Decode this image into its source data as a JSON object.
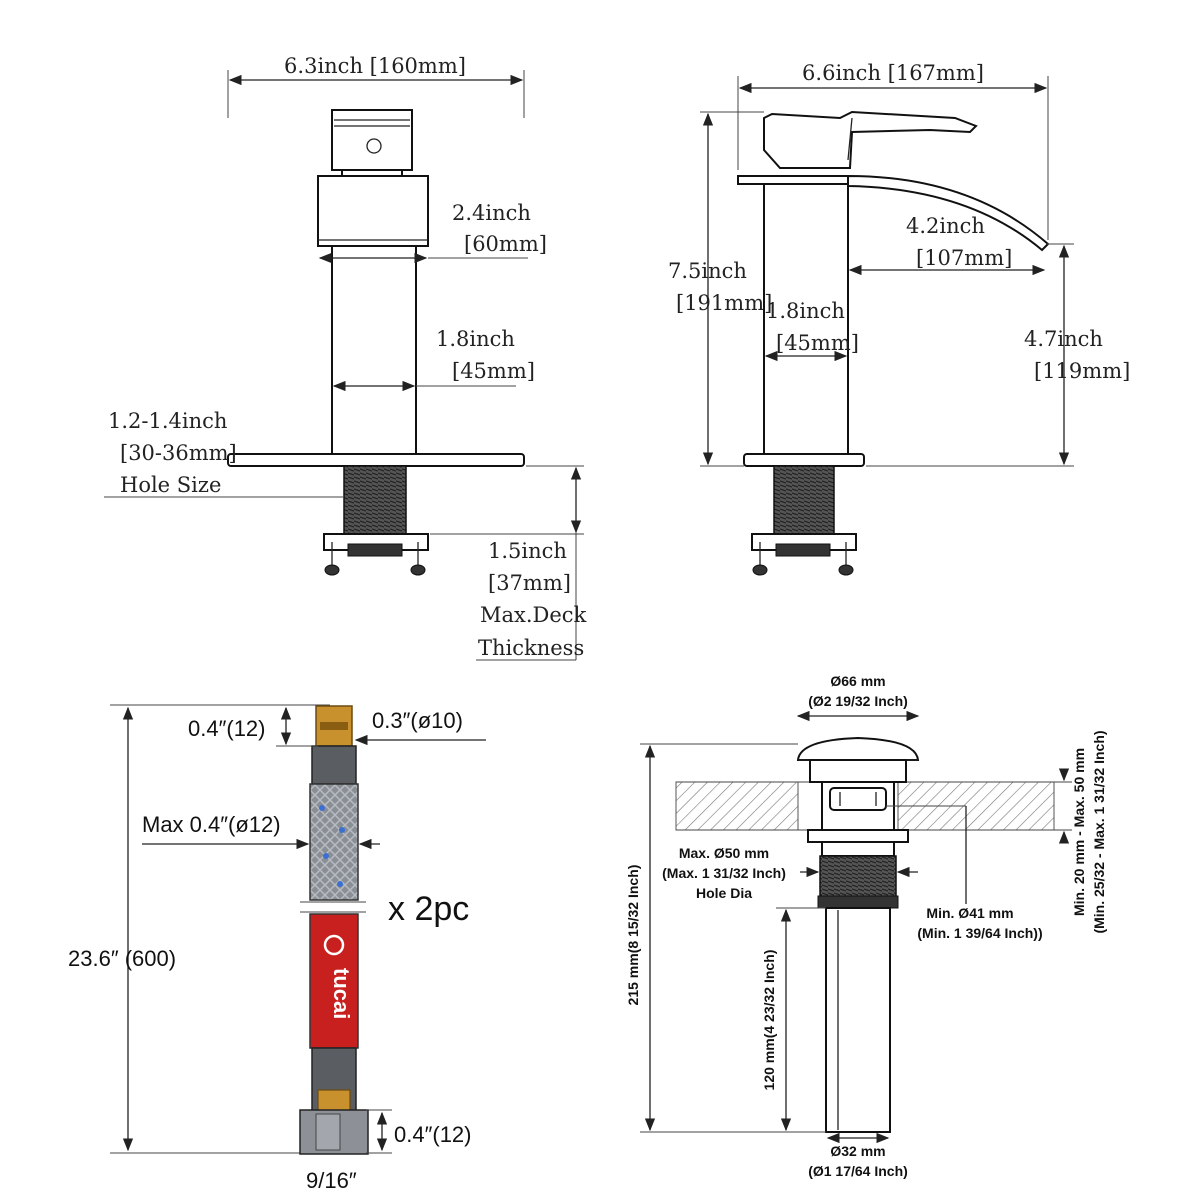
{
  "front_view": {
    "width_label": "6.3inch [160mm]",
    "body_width": "2.4inch",
    "body_width_mm": "[60mm]",
    "neck_width": "1.8inch",
    "neck_width_mm": "[45mm]",
    "hole_size": "1.2-1.4inch",
    "hole_size_mm": "[30-36mm]",
    "hole_size_label": "Hole Size",
    "deck": "1.5inch",
    "deck_mm": "[37mm]",
    "deck_label1": "Max.Deck",
    "deck_label2": "Thickness"
  },
  "side_view": {
    "width_label": "6.6inch [167mm]",
    "height": "7.5inch",
    "height_mm": "[191mm]",
    "neck_width": "1.8inch",
    "neck_width_mm": "[45mm]",
    "spout_reach": "4.2inch",
    "spout_reach_mm": "[107mm]",
    "spout_height": "4.7inch",
    "spout_height_mm": "[119mm]"
  },
  "hose": {
    "top_len": "0.4″(12)",
    "top_dia": "0.3″(ø10)",
    "max_dia": "Max 0.4″(ø12)",
    "quantity": "x 2pc",
    "total_len": "23.6″ (600)",
    "bottom_len": "0.4″(12)",
    "nut_size": "9/16″",
    "brand": "tucai"
  },
  "drain": {
    "cap_dia": "Ø66 mm",
    "cap_dia_in": "(Ø2 19/32 Inch)",
    "range": "Min. 20 mm - Max. 50 mm",
    "range_in": "(Min. 25/32 - Max. 1 31/32 Inch)",
    "hole_max": "Max. Ø50 mm",
    "hole_max_in": "(Max. 1 31/32 Inch)",
    "hole_label": "Hole Dia",
    "min_dia": "Min. Ø41  mm",
    "min_dia_in": "(Min. 1 39/64 Inch))",
    "total_len": "215 mm(8 15/32 Inch)",
    "pipe_len": "120 mm(4 23/32 Inch)",
    "pipe_dia": "Ø32 mm",
    "pipe_dia_in": "(Ø1 17/64 Inch)"
  }
}
